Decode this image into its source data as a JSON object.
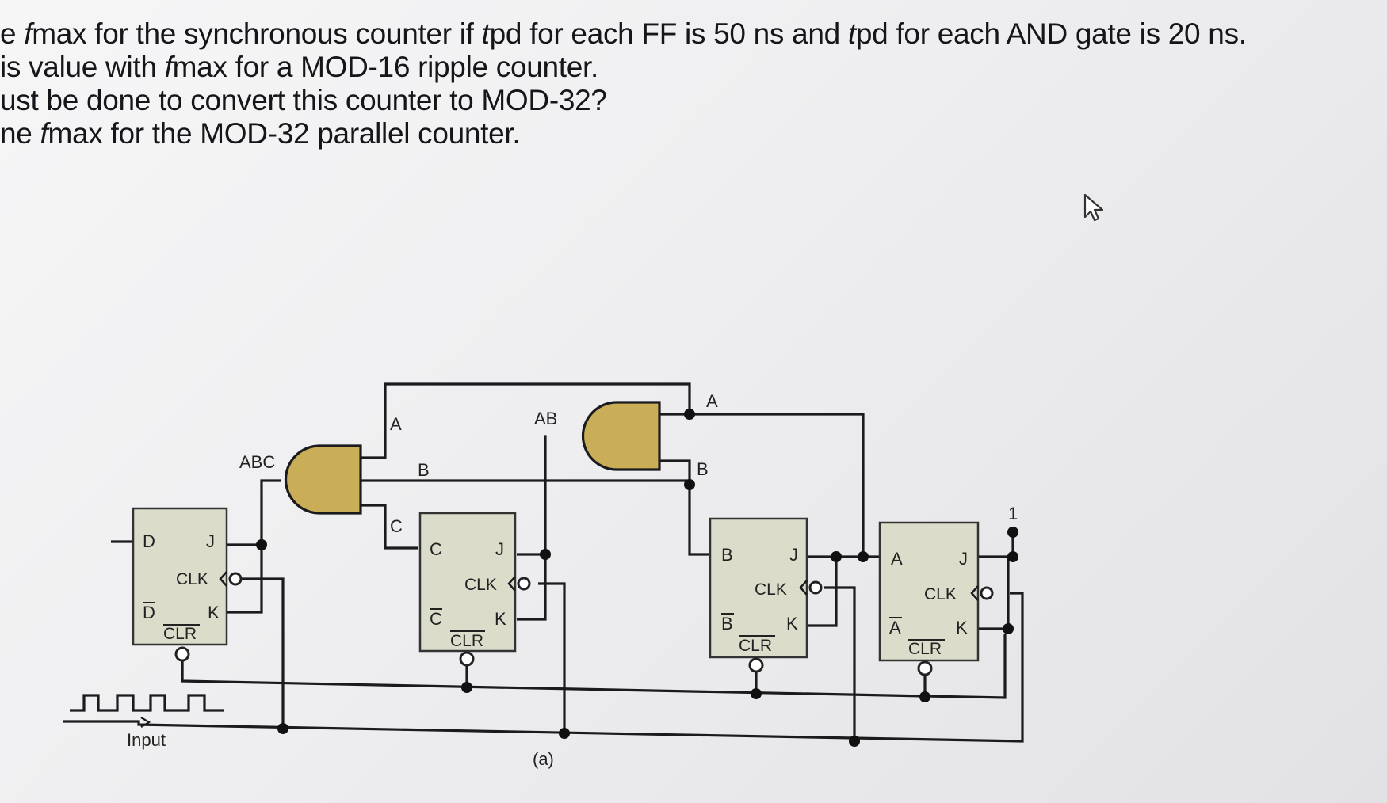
{
  "questions": [
    {
      "parts": [
        {
          "t": "e "
        },
        {
          "t": "f",
          "i": true
        },
        {
          "t": "max for the synchronous counter if "
        },
        {
          "t": "t",
          "i": true
        },
        {
          "t": "pd for each FF is 50 ns and "
        },
        {
          "t": "t",
          "i": true
        },
        {
          "t": "pd for each AND gate is 20 ns."
        }
      ]
    },
    {
      "parts": [
        {
          "t": "is value with "
        },
        {
          "t": "f",
          "i": true
        },
        {
          "t": "max for a MOD-16 ripple counter."
        }
      ]
    },
    {
      "parts": [
        {
          "t": "ust be done to convert this counter to MOD-32?"
        }
      ]
    },
    {
      "parts": [
        {
          "t": "ne "
        },
        {
          "t": "f",
          "i": true
        },
        {
          "t": "max for the MOD-32 parallel counter."
        }
      ]
    }
  ],
  "circuit": {
    "caption": "(a)",
    "input_label": "Input",
    "logic_one": "1",
    "gate_labels": {
      "abc": "ABC",
      "ab": "AB"
    },
    "wire_labels": {
      "a_left": "A",
      "b_left": "B",
      "c_left": "C",
      "a_right": "A",
      "b_right": "B"
    },
    "flipflops": [
      {
        "q": "D",
        "qbar": "D",
        "j": "J",
        "k": "K",
        "clk": "CLK",
        "clr": "CLR"
      },
      {
        "q": "C",
        "qbar": "C",
        "j": "J",
        "k": "K",
        "clk": "CLK",
        "clr": "CLR"
      },
      {
        "q": "B",
        "qbar": "B",
        "j": "J",
        "k": "K",
        "clk": "CLK",
        "clr": "CLR"
      },
      {
        "q": "A",
        "qbar": "A",
        "j": "J",
        "k": "K",
        "clk": "CLK",
        "clr": "CLR"
      }
    ]
  },
  "colors": {
    "gate_fill": "#c9ae57",
    "ff_fill": "#dcdcca",
    "background": "#efeff1",
    "text": "#15151a"
  },
  "icons": [
    "mouse-pointer-icon"
  ]
}
